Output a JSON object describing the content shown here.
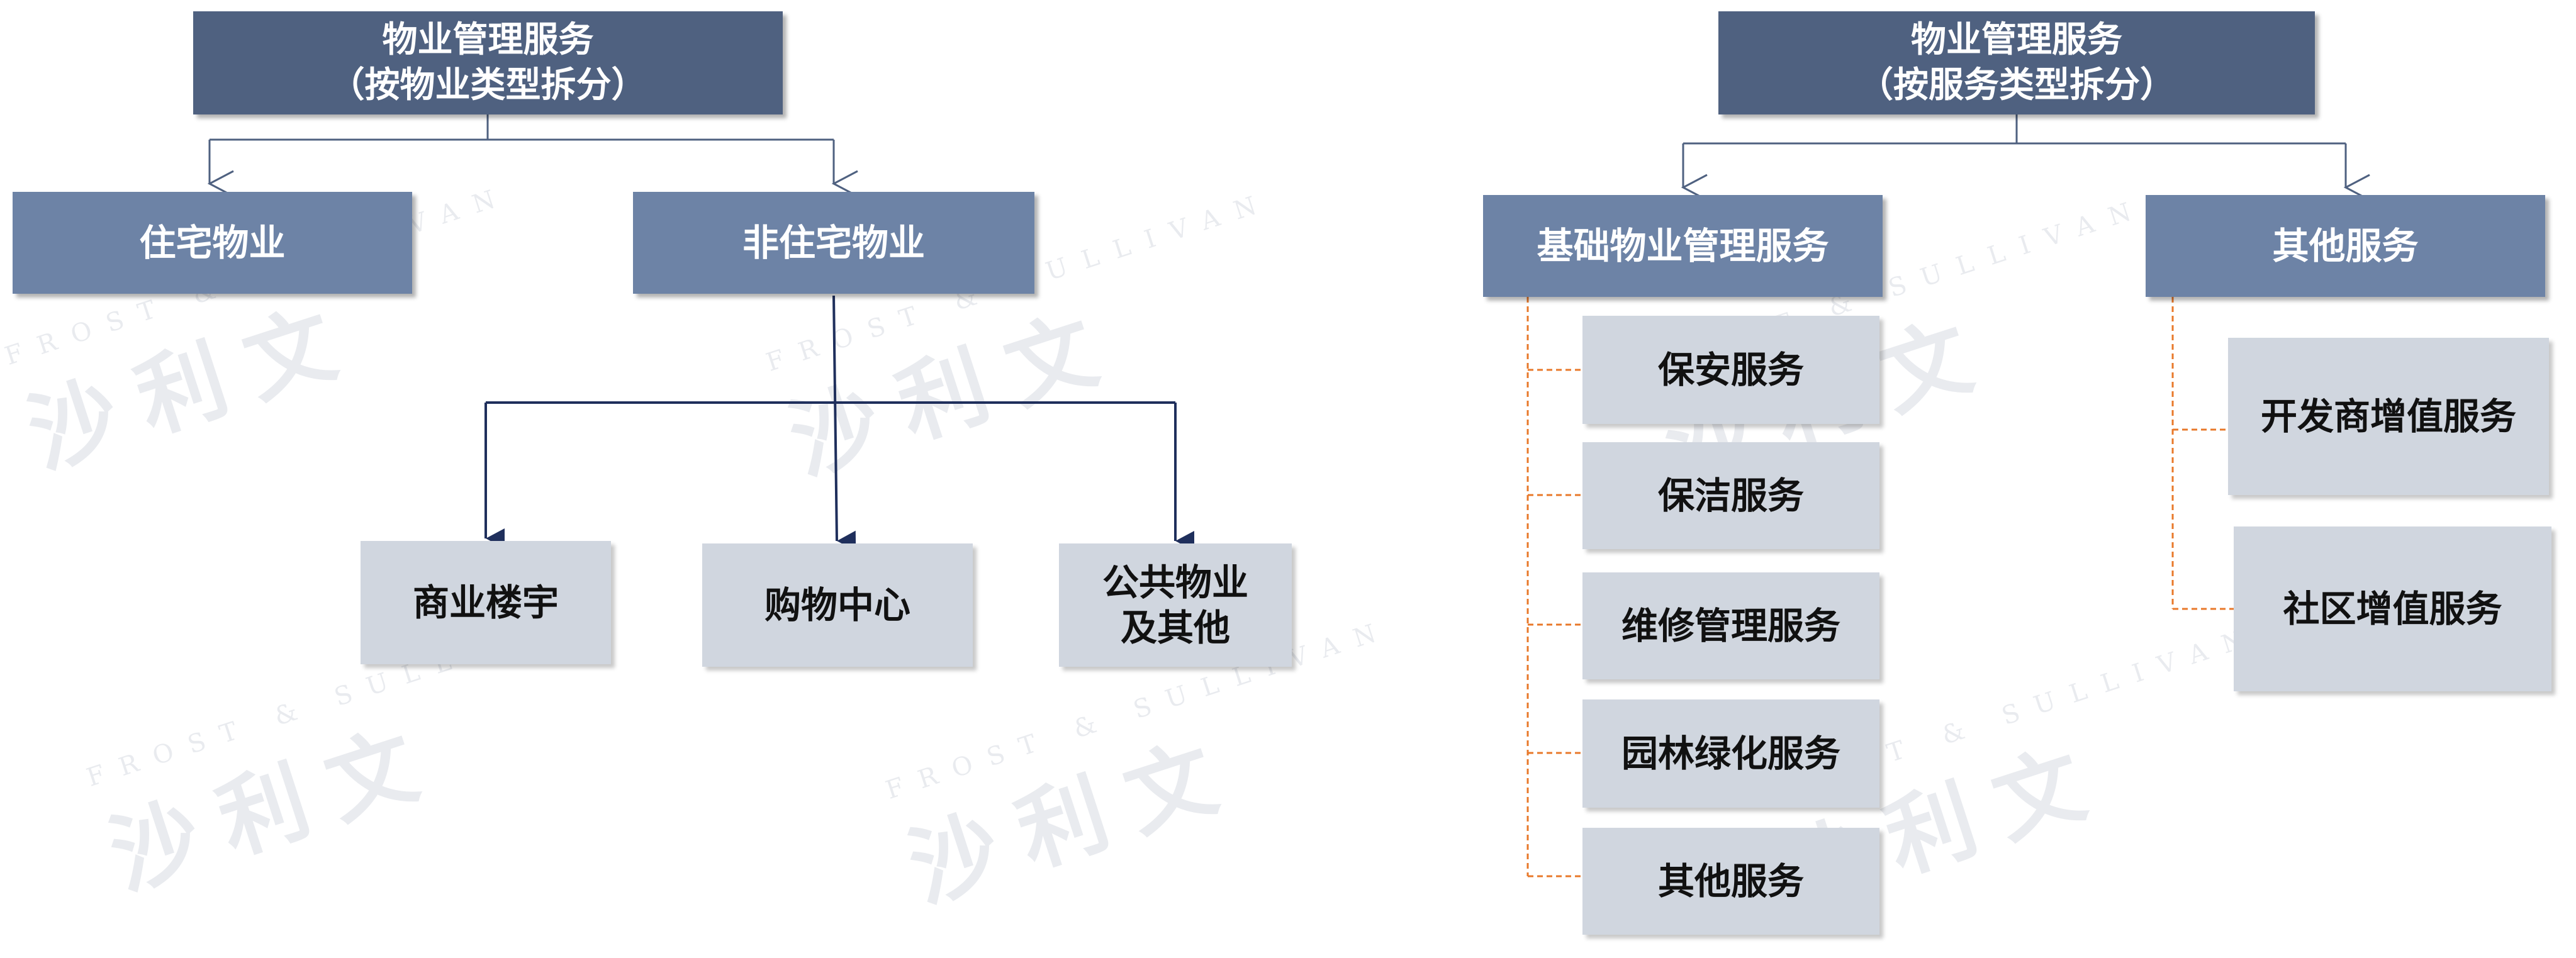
{
  "watermark": {
    "en": "FROST & SULLIVAN",
    "cn": "沙利文"
  },
  "left": {
    "root": {
      "line1": "物业管理服务",
      "line2": "（按物业类型拆分）"
    },
    "level1": [
      "住宅物业",
      "非住宅物业"
    ],
    "level2": [
      {
        "line1": "商业楼宇",
        "line2": ""
      },
      {
        "line1": "购物中心",
        "line2": ""
      },
      {
        "line1": "公共物业",
        "line2": "及其他"
      }
    ]
  },
  "right": {
    "root": {
      "line1": "物业管理服务",
      "line2": "（按服务类型拆分）"
    },
    "level1": [
      "基础物业管理服务",
      "其他服务"
    ],
    "basic_children": [
      "保安服务",
      "保洁服务",
      "维修管理服务",
      "园林绿化服务",
      "其他服务"
    ],
    "other_children": [
      "开发商增值服务",
      "社区增值服务"
    ]
  },
  "colors": {
    "root_fill": "#4f6180",
    "level1_fill": "#6d83a6",
    "leaf_fill": "#d0d6df",
    "arrow_dark": "#1f2f5c",
    "connector_orange": "#e8782a"
  }
}
